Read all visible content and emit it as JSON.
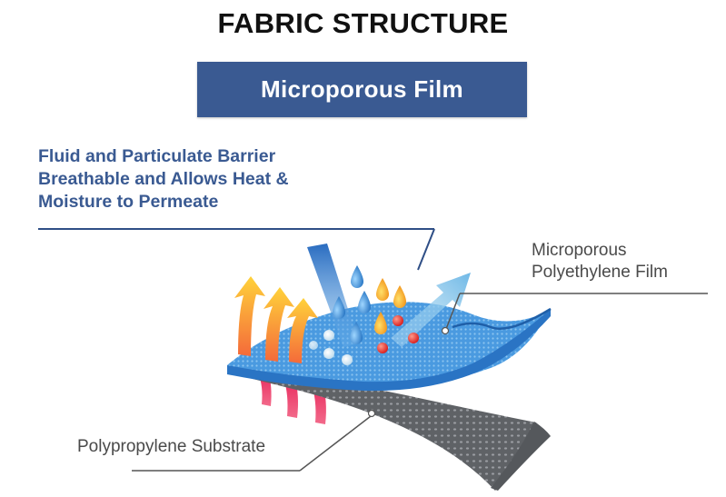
{
  "title": "FABRIC STRUCTURE",
  "banner": {
    "label": "Microporous Film",
    "color": "#3a5a92"
  },
  "barrier_text": {
    "lines": [
      "Fluid and Particulate Barrier",
      "Breathable and Allows Heat &",
      "Moisture to Permeate"
    ],
    "color": "#3a5a92"
  },
  "layers": [
    {
      "name": "Microporous Polyethylene Film",
      "lines": [
        "Microporous",
        "Polyethylene Film"
      ],
      "color": "#3a8fd8"
    },
    {
      "name": "Polypropylene Substrate",
      "lines": [
        "Polypropylene Substrate"
      ],
      "color": "#6a6a6a"
    }
  ],
  "illustration": {
    "heat_arrows": {
      "count": 3,
      "color_top": "#ffd23a",
      "color_bottom": "#f46a3a"
    },
    "incoming_heat_bars": {
      "count": 3,
      "color": "#ec3a6a"
    },
    "blue_droplets": 4,
    "orange_droplets": 3,
    "red_particles": 3,
    "white_particles": 4,
    "incoming_arrow_color": "#3a7fd0",
    "outgoing_arrow_color": "#8cc8ea"
  }
}
